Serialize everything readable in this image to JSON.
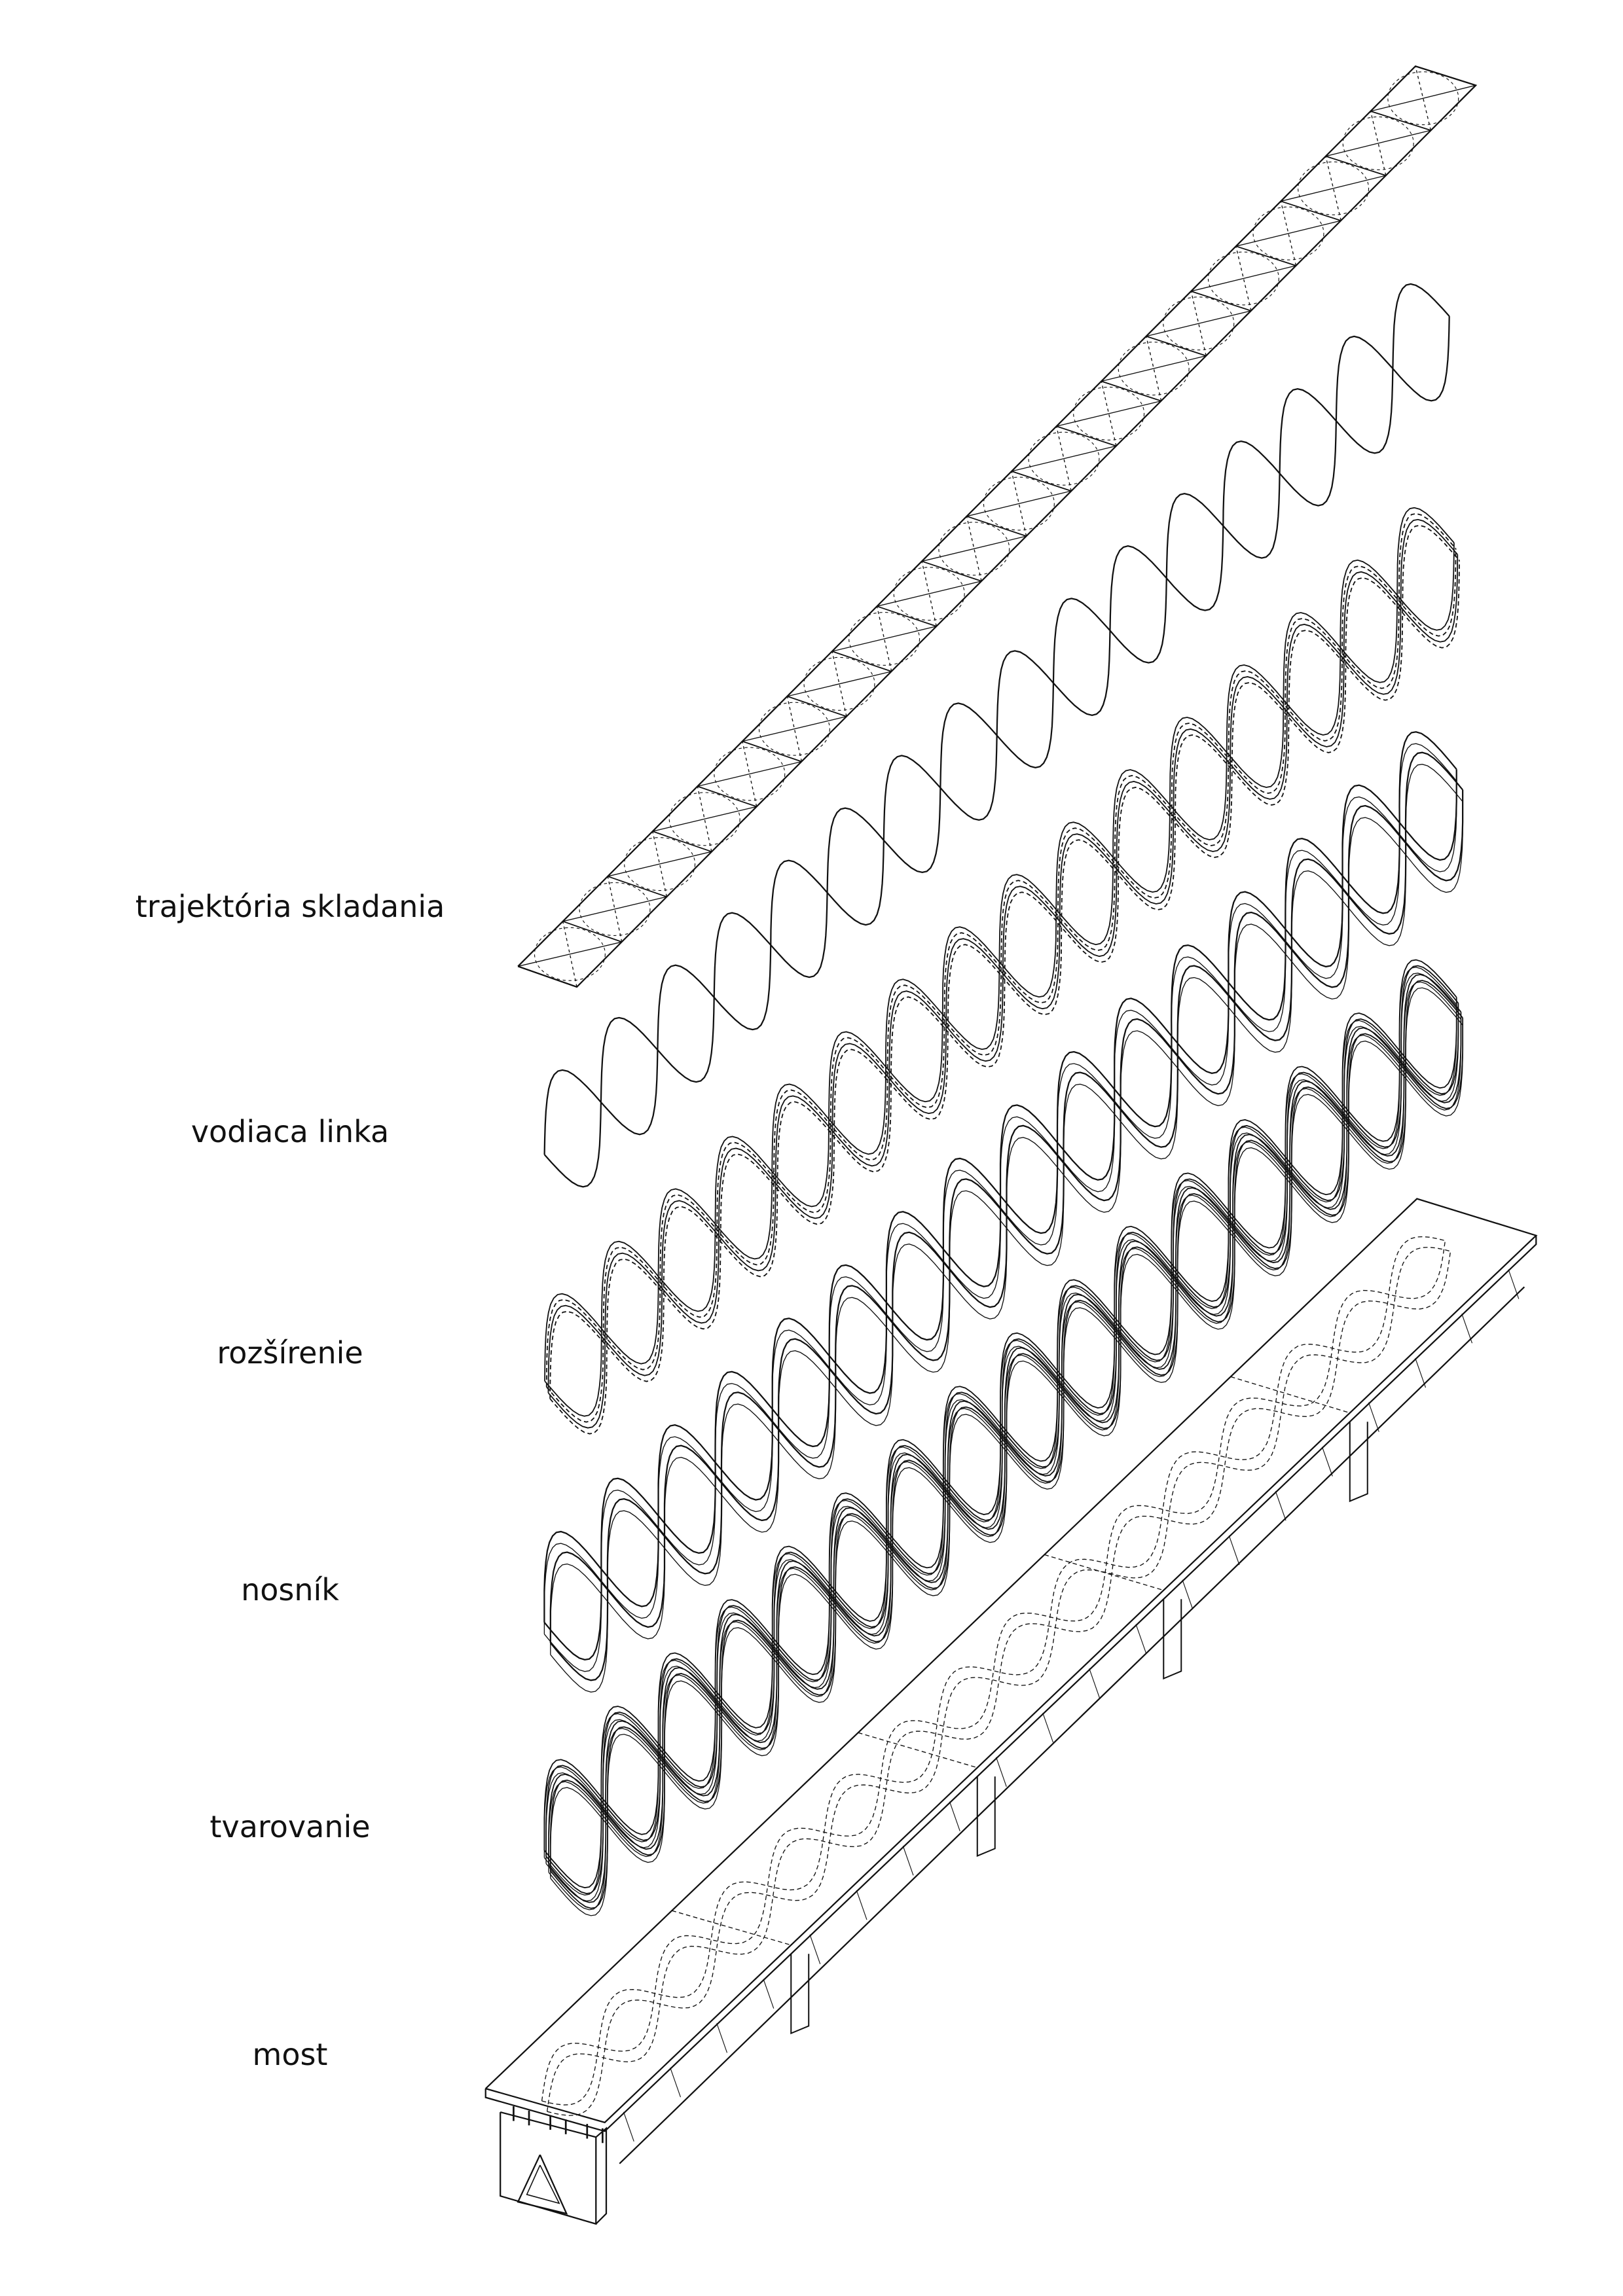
{
  "labels": {
    "trajectory": "trajektória skladania",
    "guide_line": "vodiaca linka",
    "widening": "rozšírenie",
    "girder": "nosník",
    "shaping": "tvarovanie",
    "bridge": "most"
  },
  "colors": {
    "stroke": "#111111",
    "background": "#ffffff"
  }
}
